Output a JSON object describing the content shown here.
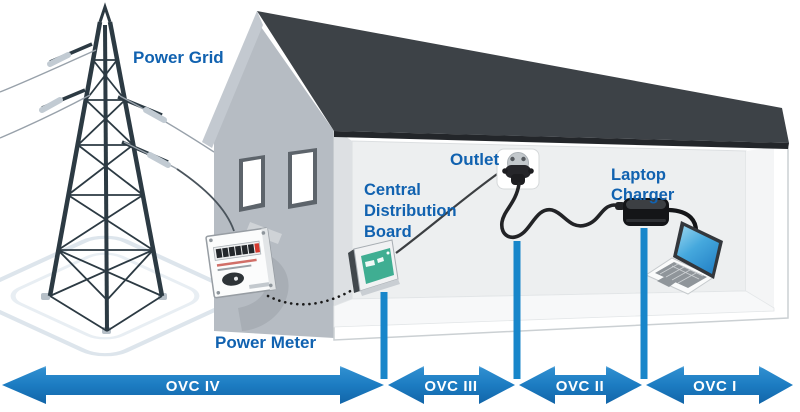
{
  "diagram": {
    "labels": {
      "power_grid": "Power Grid",
      "power_meter": "Power Meter",
      "central_distribution_board": [
        "Central",
        "Distribution",
        "Board"
      ],
      "outlet": "Outlet",
      "laptop_charger": [
        "Laptop",
        "Charger"
      ]
    },
    "ovc_zones": [
      {
        "label": "OVC IV"
      },
      {
        "label": "OVC III"
      },
      {
        "label": "OVC II"
      },
      {
        "label": "OVC I"
      }
    ],
    "colors": {
      "label_blue": "#1162b0",
      "arrow_blue": "#1b7ac0",
      "marker_line_blue": "#1886ca",
      "roof_dark": "#3d4247",
      "wall_gray": "#b6bcc3",
      "cdb_panel_green": "#3fae92",
      "laptop_screen_blue": "#45a8dd",
      "meter_digit_red": "#d53a2f"
    }
  }
}
